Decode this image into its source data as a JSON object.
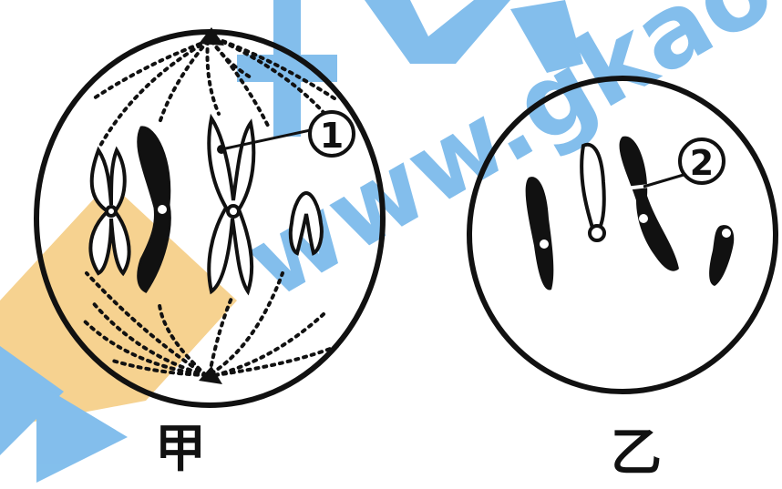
{
  "figure": {
    "cells": [
      {
        "id": "jia",
        "caption": "甲",
        "marker_label": "①"
      },
      {
        "id": "yi",
        "caption": "乙",
        "marker_label": "②"
      }
    ]
  },
  "watermark": {
    "text": "www.gkao",
    "logo_chars": "高考",
    "color_blue": "#5aa9e6",
    "color_orange": "#f3c36b"
  },
  "colors": {
    "ink": "#111111",
    "background": "#ffffff"
  }
}
